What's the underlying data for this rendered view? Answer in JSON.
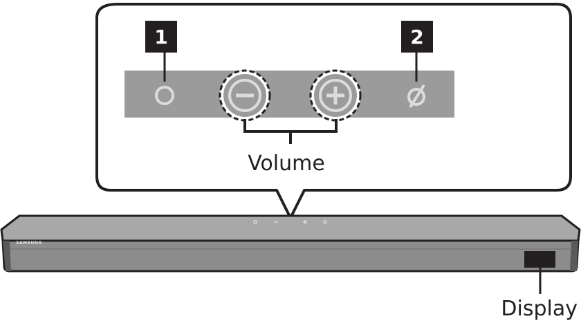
{
  "callout": {
    "badge_1": "1",
    "badge_2": "2",
    "volume_label": "Volume"
  },
  "soundbar": {
    "brand": "SAMSUNG"
  },
  "display_label": "Display",
  "colors": {
    "panel_gray": "#9b9b9b",
    "icon_light": "#dcdcdc",
    "badge_bg": "#231f20",
    "soundbar_top": "#a8a8a8",
    "soundbar_front": "#8c8c8c",
    "soundbar_dark": "#5a5a5a"
  },
  "icons": [
    "power-icon",
    "volume-down-icon",
    "volume-up-icon",
    "source-icon"
  ]
}
